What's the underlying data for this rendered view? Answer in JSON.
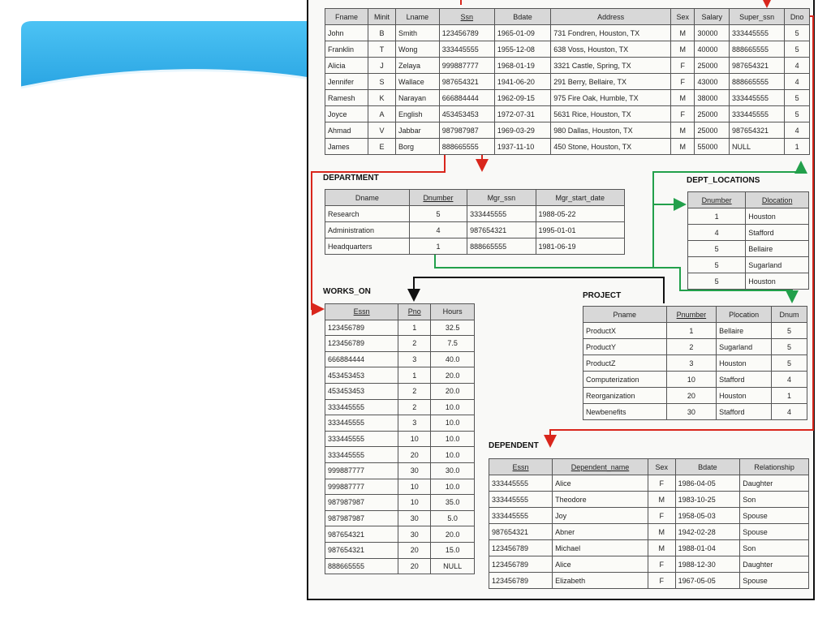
{
  "employee": {
    "columns": [
      "Fname",
      "Minit",
      "Lname",
      "Ssn",
      "Bdate",
      "Address",
      "Sex",
      "Salary",
      "Super_ssn",
      "Dno"
    ],
    "rows": [
      [
        "John",
        "B",
        "Smith",
        "123456789",
        "1965-01-09",
        "731 Fondren, Houston, TX",
        "M",
        "30000",
        "333445555",
        "5"
      ],
      [
        "Franklin",
        "T",
        "Wong",
        "333445555",
        "1955-12-08",
        "638 Voss, Houston, TX",
        "M",
        "40000",
        "888665555",
        "5"
      ],
      [
        "Alicia",
        "J",
        "Zelaya",
        "999887777",
        "1968-01-19",
        "3321 Castle, Spring, TX",
        "F",
        "25000",
        "987654321",
        "4"
      ],
      [
        "Jennifer",
        "S",
        "Wallace",
        "987654321",
        "1941-06-20",
        "291 Berry, Bellaire, TX",
        "F",
        "43000",
        "888665555",
        "4"
      ],
      [
        "Ramesh",
        "K",
        "Narayan",
        "666884444",
        "1962-09-15",
        "975 Fire Oak, Humble, TX",
        "M",
        "38000",
        "333445555",
        "5"
      ],
      [
        "Joyce",
        "A",
        "English",
        "453453453",
        "1972-07-31",
        "5631 Rice, Houston, TX",
        "F",
        "25000",
        "333445555",
        "5"
      ],
      [
        "Ahmad",
        "V",
        "Jabbar",
        "987987987",
        "1969-03-29",
        "980 Dallas, Houston, TX",
        "M",
        "25000",
        "987654321",
        "4"
      ],
      [
        "James",
        "E",
        "Borg",
        "888665555",
        "1937-11-10",
        "450 Stone, Houston, TX",
        "M",
        "55000",
        "NULL",
        "1"
      ]
    ]
  },
  "department": {
    "title": "DEPARTMENT",
    "columns": [
      "Dname",
      "Dnumber",
      "Mgr_ssn",
      "Mgr_start_date"
    ],
    "rows": [
      [
        "Research",
        "5",
        "333445555",
        "1988-05-22"
      ],
      [
        "Administration",
        "4",
        "987654321",
        "1995-01-01"
      ],
      [
        "Headquarters",
        "1",
        "888665555",
        "1981-06-19"
      ]
    ]
  },
  "dept_locations": {
    "title": "DEPT_LOCATIONS",
    "columns": [
      "Dnumber",
      "Dlocation"
    ],
    "rows": [
      [
        "1",
        "Houston"
      ],
      [
        "4",
        "Stafford"
      ],
      [
        "5",
        "Bellaire"
      ],
      [
        "5",
        "Sugarland"
      ],
      [
        "5",
        "Houston"
      ]
    ]
  },
  "works_on": {
    "title": "WORKS_ON",
    "columns": [
      "Essn",
      "Pno",
      "Hours"
    ],
    "rows": [
      [
        "123456789",
        "1",
        "32.5"
      ],
      [
        "123456789",
        "2",
        "7.5"
      ],
      [
        "666884444",
        "3",
        "40.0"
      ],
      [
        "453453453",
        "1",
        "20.0"
      ],
      [
        "453453453",
        "2",
        "20.0"
      ],
      [
        "333445555",
        "2",
        "10.0"
      ],
      [
        "333445555",
        "3",
        "10.0"
      ],
      [
        "333445555",
        "10",
        "10.0"
      ],
      [
        "333445555",
        "20",
        "10.0"
      ],
      [
        "999887777",
        "30",
        "30.0"
      ],
      [
        "999887777",
        "10",
        "10.0"
      ],
      [
        "987987987",
        "10",
        "35.0"
      ],
      [
        "987987987",
        "30",
        "5.0"
      ],
      [
        "987654321",
        "30",
        "20.0"
      ],
      [
        "987654321",
        "20",
        "15.0"
      ],
      [
        "888665555",
        "20",
        "NULL"
      ]
    ]
  },
  "project": {
    "title": "PROJECT",
    "columns": [
      "Pname",
      "Pnumber",
      "Plocation",
      "Dnum"
    ],
    "rows": [
      [
        "ProductX",
        "1",
        "Bellaire",
        "5"
      ],
      [
        "ProductY",
        "2",
        "Sugarland",
        "5"
      ],
      [
        "ProductZ",
        "3",
        "Houston",
        "5"
      ],
      [
        "Computerization",
        "10",
        "Stafford",
        "4"
      ],
      [
        "Reorganization",
        "20",
        "Houston",
        "1"
      ],
      [
        "Newbenefits",
        "30",
        "Stafford",
        "4"
      ]
    ]
  },
  "dependent": {
    "title": "DEPENDENT",
    "columns": [
      "Essn",
      "Dependent_name",
      "Sex",
      "Bdate",
      "Relationship"
    ],
    "rows": [
      [
        "333445555",
        "Alice",
        "F",
        "1986-04-05",
        "Daughter"
      ],
      [
        "333445555",
        "Theodore",
        "M",
        "1983-10-25",
        "Son"
      ],
      [
        "333445555",
        "Joy",
        "F",
        "1958-05-03",
        "Spouse"
      ],
      [
        "987654321",
        "Abner",
        "M",
        "1942-02-28",
        "Spouse"
      ],
      [
        "123456789",
        "Michael",
        "M",
        "1988-01-04",
        "Son"
      ],
      [
        "123456789",
        "Alice",
        "F",
        "1988-12-30",
        "Daughter"
      ],
      [
        "123456789",
        "Elizabeth",
        "F",
        "1967-05-05",
        "Spouse"
      ]
    ]
  },
  "colors": {
    "banner": "#3fb6ec",
    "arrow_red": "#d9261c",
    "arrow_green": "#22a04b",
    "arrow_black": "#111111"
  }
}
